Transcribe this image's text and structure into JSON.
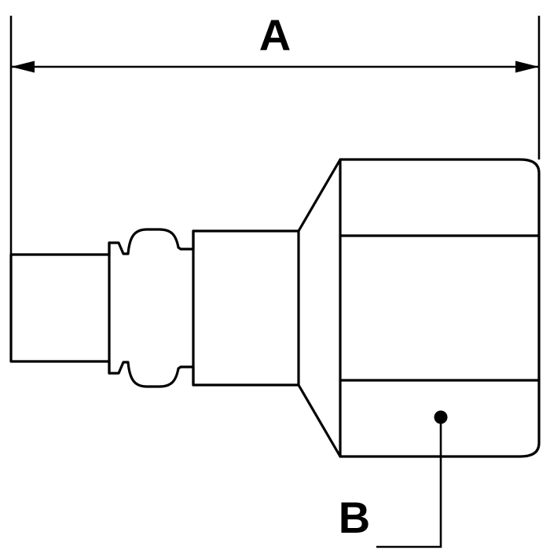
{
  "diagram": {
    "type": "technical-drawing",
    "subject": "quick-coupling-plug-side-view",
    "dimension_labels": {
      "a": "A",
      "b": "B"
    },
    "colors": {
      "line": "#000000",
      "background": "#ffffff"
    }
  }
}
